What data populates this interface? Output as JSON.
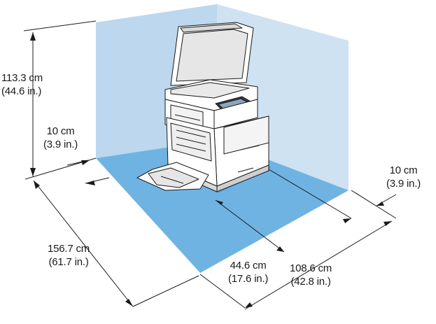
{
  "figure": {
    "subject": "printer clearance requirements",
    "colors": {
      "back_wall": "#bcd7ee",
      "side_wall": "#cfe2f2",
      "floor": "#6fb3e3",
      "floor_dark": "#5ea6dc",
      "printer_body": "#ffffff",
      "printer_shadow": "#c9c9c9",
      "lines": "#1a1a1a"
    },
    "icons": [
      "multifunction-printer-illustration",
      "dimension-arrow"
    ]
  },
  "dimensions": {
    "height": {
      "metric": "113.3 cm",
      "imperial": "(44.6 in.)"
    },
    "rear": {
      "metric": "10 cm",
      "imperial": "(3.9 in.)"
    },
    "right": {
      "metric": "10 cm",
      "imperial": "(3.9 in.)"
    },
    "total_width": {
      "metric": "156.7 cm",
      "imperial": "(61.7 in.)"
    },
    "front": {
      "metric": "44.6 cm",
      "imperial": "(17.6 in.)"
    },
    "total_depth": {
      "metric": "108.6 cm",
      "imperial": "(42.8 in.)"
    }
  }
}
